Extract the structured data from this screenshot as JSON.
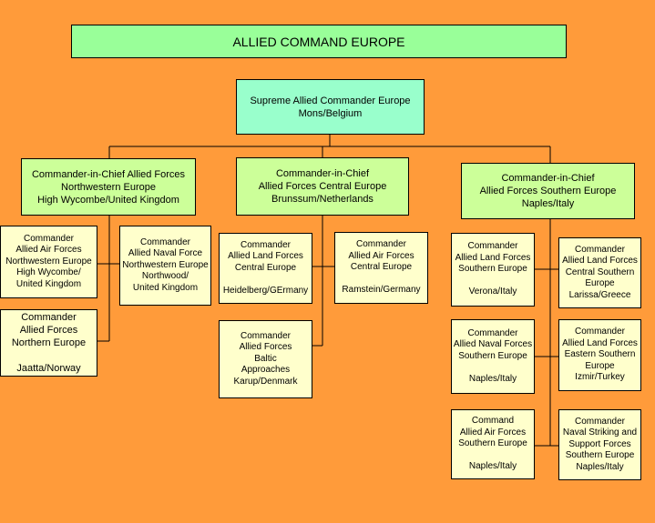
{
  "title": "ALLIED COMMAND EUROPE",
  "supreme": "Supreme Allied Commander Europe\nMons/Belgium",
  "cinc": {
    "north": "Commander-in-Chief Allied Forces\nNorthwestern Europe\nHigh Wycombe/United Kingdom",
    "central": "Commander-in-Chief\nAllied Forces Central Europe\nBrunssum/Netherlands",
    "south": "Commander-in-Chief\nAllied Forces Southern Europe\nNaples/Italy"
  },
  "commands": {
    "nw_air": "Commander\nAllied Air Forces\nNorthwestern Europe\nHigh Wycombe/\nUnited Kingdom",
    "nw_naval": "Commander\nAllied Naval Force\nNorthwestern Europe\nNorthwood/\nUnited Kingdom",
    "north_europe": "Commander\nAllied Forces\nNorthern Europe\n\nJaatta/Norway",
    "central_land": "Commander\nAllied Land Forces\nCentral Europe\n\nHeidelberg/GErmany",
    "central_air": "Commander\nAllied Air Forces\nCentral Europe\n\nRamstein/Germany",
    "baltic": "Commander\nAllied Forces\nBaltic\nApproaches\nKarup/Denmark",
    "south_land": "Commander\nAllied Land Forces\nSouthern Europe\n\nVerona/Italy",
    "south_central_land": "Commander\nAllied Land Forces\nCentral Southern\nEurope\nLarissa/Greece",
    "south_naval": "Commander\nAllied Naval Forces\nSouthern Europe\n\nNaples/Italy",
    "south_eastern_land": "Commander\nAllied Land Forces\nEastern Southern\nEurope\nIzmir/Turkey",
    "south_air": "Command\nAllied Air Forces\nSouthern Europe\n\nNaples/Italy",
    "south_naval_striking": "Commander\nNaval Striking and\nSupport Forces\nSouthern Europe\nNaples/Italy"
  }
}
